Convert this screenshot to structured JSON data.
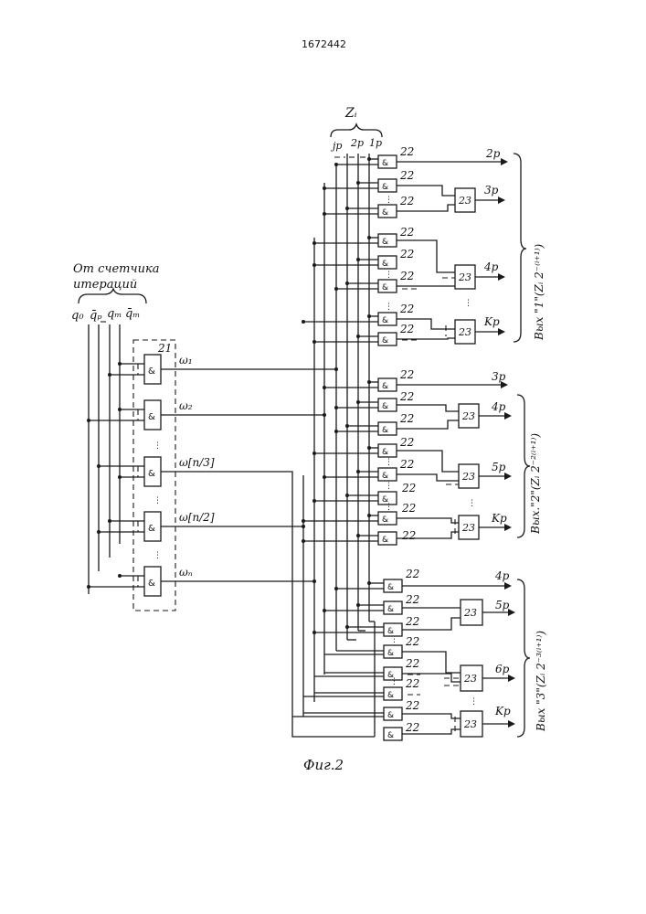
{
  "patent_number": "1672442",
  "figure_caption": "Фиг.2",
  "counter_label_line1": "От счетчика",
  "counter_label_line2": "итераций",
  "inputs": [
    "q₀",
    "q̄ₚ",
    "qₘ",
    "q̄ₘ"
  ],
  "block21_label": "21",
  "and_symbol": "&",
  "omega_labels": [
    "ω₁",
    "ω₂",
    "ω[n/3]",
    "ω[n/2]",
    "ωₙ"
  ],
  "z_label": "Zᵢ",
  "z_sub_labels": [
    "jp",
    "2p",
    "1p"
  ],
  "gate22_label": "22",
  "gate23_label": "23",
  "group1": {
    "outputs": [
      "2p",
      "3p",
      "4p",
      "Kp"
    ],
    "label": "Вых \"1\"(Zᵢ 2⁻⁽ⁱ⁺¹⁾)"
  },
  "group2": {
    "outputs": [
      "3p",
      "4p",
      "5p",
      "Kp"
    ],
    "label": "Вых.\"2\"(Zᵢ 2⁻²⁽ⁱ⁺¹⁾)"
  },
  "group3": {
    "outputs": [
      "4p",
      "5p",
      "6p",
      "Kp"
    ],
    "label": "Вых \"3\"(Zᵢ 2⁻³⁽ⁱ⁺¹⁾)"
  }
}
